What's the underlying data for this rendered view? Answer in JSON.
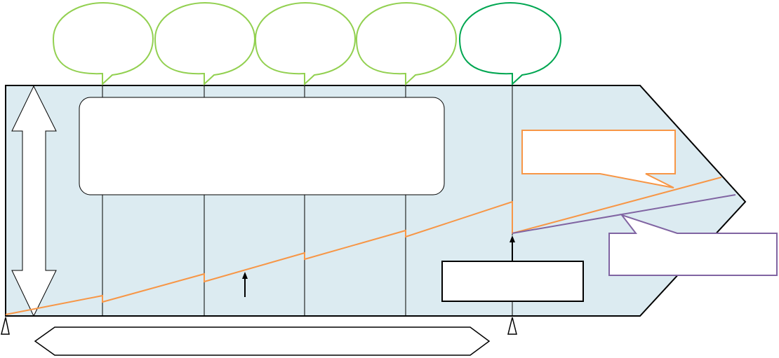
{
  "diagram": {
    "colors": {
      "fill_panel": "#dcebf1",
      "stroke_dark": "#000000",
      "light_green": "#92d050",
      "dark_green": "#00a651",
      "orange": "#f79646",
      "purple": "#8064a2",
      "white": "#ffffff"
    },
    "callouts_top": [
      {
        "id": "callout-1",
        "label": ""
      },
      {
        "id": "callout-2",
        "label": ""
      },
      {
        "id": "callout-3",
        "label": ""
      },
      {
        "id": "callout-4",
        "label": ""
      },
      {
        "id": "callout-5",
        "label": ""
      }
    ],
    "inner_box_label": "",
    "orange_callout_label": "",
    "purple_callout_label": "",
    "small_box_label": "",
    "bottom_hexagon_label": ""
  }
}
